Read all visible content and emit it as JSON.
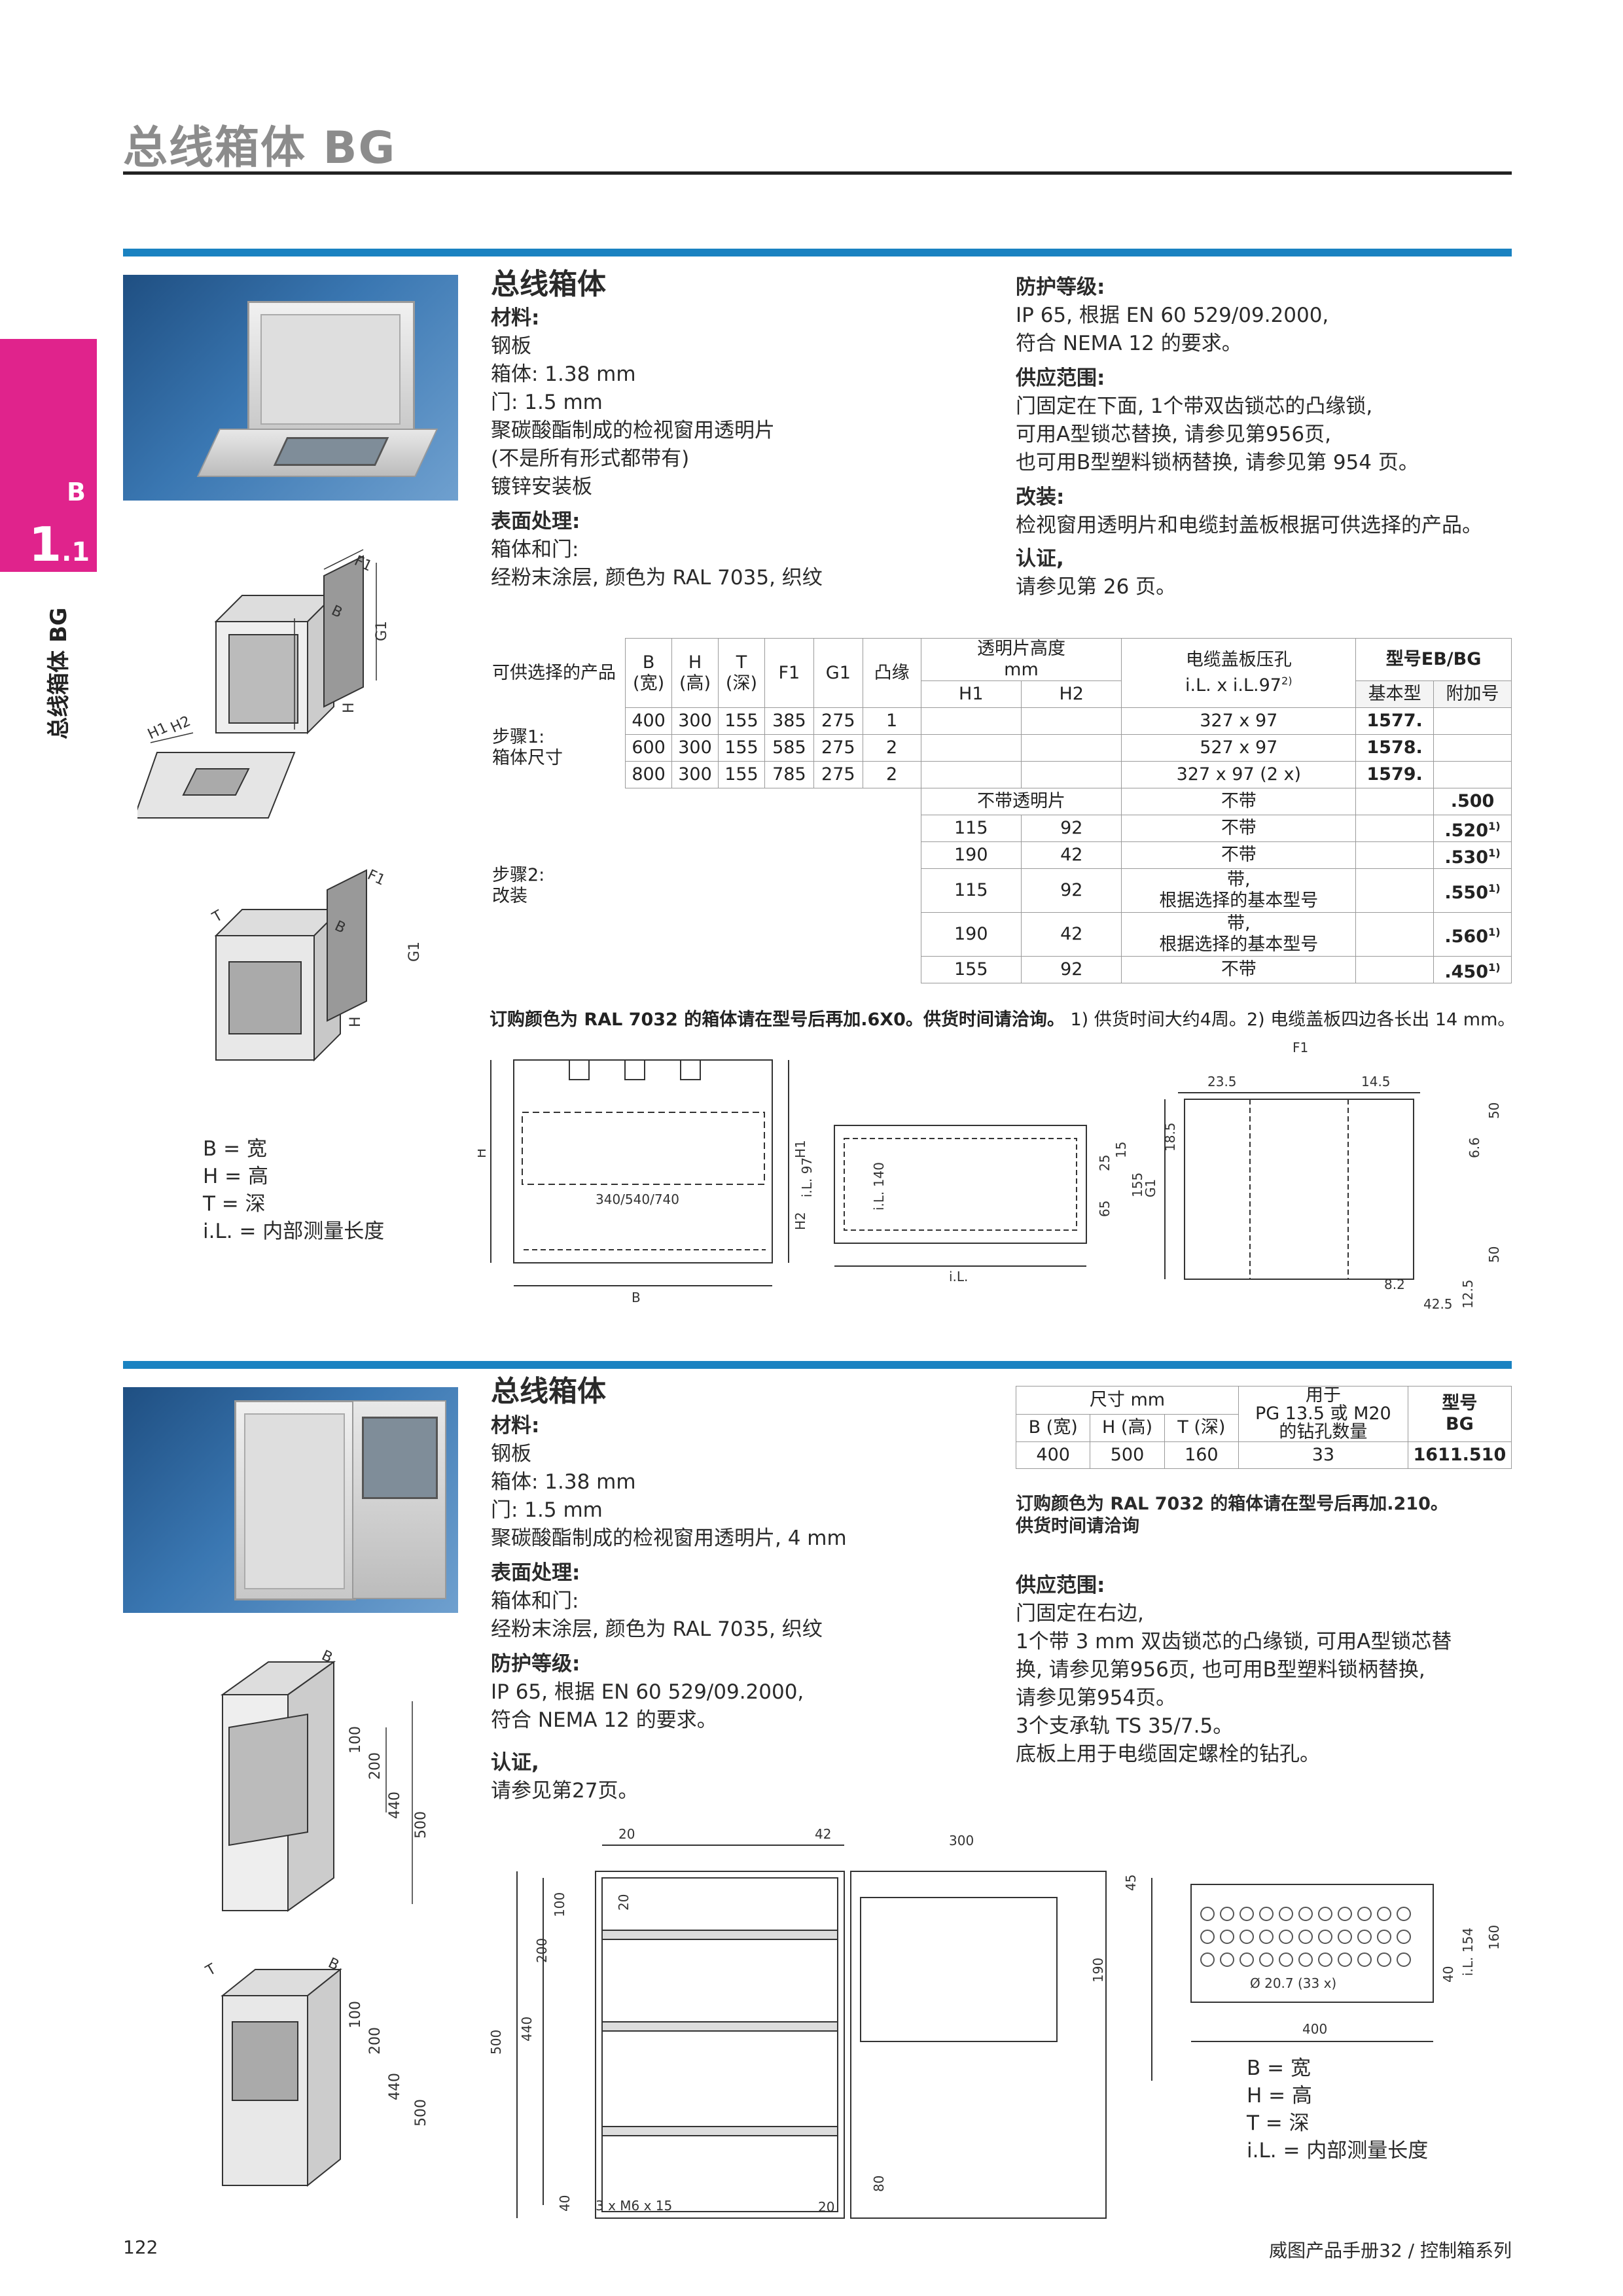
{
  "page": {
    "title": "总线箱体 BG",
    "side_tab": {
      "letter": "B",
      "number": "1",
      "sub": ".1",
      "vertical_text": "总线箱体 BG"
    },
    "footer": {
      "page_number": "122",
      "right_text": "威图产品手册32 / 控制箱系列"
    }
  },
  "section1": {
    "heading": "总线箱体",
    "material_title": "材料:",
    "material_lines": [
      "钢板",
      "箱体: 1.38 mm",
      "门: 1.5 mm",
      "聚碳酸酯制成的检视窗用透明片",
      "(不是所有形式都带有)",
      "镀锌安装板"
    ],
    "surface_title": "表面处理:",
    "surface_lines": [
      "箱体和门:",
      "经粉末涂层, 颜色为 RAL 7035, 织纹"
    ],
    "protection_title": "防护等级:",
    "protection_lines": [
      "IP 65, 根据 EN 60 529/09.2000,",
      "符合 NEMA 12 的要求。"
    ],
    "supply_title": "供应范围:",
    "supply_lines": [
      "门固定在下面, 1个带双齿锁芯的凸缘锁,",
      "可用A型锁芯替换, 请参见第956页,",
      "也可用B型塑料锁柄替换, 请参见第 954 页。"
    ],
    "mod_title": "改装:",
    "mod_lines": [
      "检视窗用透明片和电缆封盖板根据可供选择的产品。"
    ],
    "cert_title": "认证,",
    "cert_lines": [
      "请参见第 26 页。"
    ],
    "table": {
      "col_product": "可供选择的产品",
      "col_b": "B",
      "col_b_sub": "(宽)",
      "col_h": "H",
      "col_h_sub": "(高)",
      "col_t": "T",
      "col_t_sub": "(深)",
      "col_f1": "F1",
      "col_g1": "G1",
      "col_lock": "凸缘",
      "col_window": "透明片高度",
      "col_window_unit": "mm",
      "col_h1": "H1",
      "col_h2": "H2",
      "col_cable": "电缆盖板压孔",
      "col_cable_sub": "i.L. x i.L.97",
      "col_cable_sup": "2)",
      "col_model": "型号EB/BG",
      "col_base": "基本型",
      "col_suffix": "附加号",
      "step1_label_1": "步骤1:",
      "step1_label_2": "箱体尺寸",
      "step1_rows": [
        {
          "b": "400",
          "h": "300",
          "t": "155",
          "f1": "385",
          "g1": "275",
          "lock": "1",
          "cable": "327 x 97",
          "base": "1577."
        },
        {
          "b": "600",
          "h": "300",
          "t": "155",
          "f1": "585",
          "g1": "275",
          "lock": "2",
          "cable": "527 x 97",
          "base": "1578."
        },
        {
          "b": "800",
          "h": "300",
          "t": "155",
          "f1": "785",
          "g1": "275",
          "lock": "2",
          "cable": "327 x 97 (2 x)",
          "base": "1579."
        }
      ],
      "step2_label_1": "步骤2:",
      "step2_label_2": "改装",
      "step2_rows": [
        {
          "h1": "不带透明片",
          "h2": "",
          "cable_1": "不带",
          "cable_2": "",
          "suffix": ".500",
          "sup": ""
        },
        {
          "h1": "115",
          "h2": "92",
          "cable_1": "不带",
          "cable_2": "",
          "suffix": ".520",
          "sup": "1)"
        },
        {
          "h1": "190",
          "h2": "42",
          "cable_1": "不带",
          "cable_2": "",
          "suffix": ".530",
          "sup": "1)"
        },
        {
          "h1": "115",
          "h2": "92",
          "cable_1": "带,",
          "cable_2": "根据选择的基本型号",
          "suffix": ".550",
          "sup": "1)"
        },
        {
          "h1": "190",
          "h2": "42",
          "cable_1": "带,",
          "cable_2": "根据选择的基本型号",
          "suffix": ".560",
          "sup": "1)"
        },
        {
          "h1": "155",
          "h2": "92",
          "cable_1": "不带",
          "cable_2": "",
          "suffix": ".450",
          "sup": "1)"
        }
      ],
      "note_bold": "订购颜色为 RAL 7032 的箱体请在型号后再加.6X0。供货时间请洽询。",
      "note_normal": "1) 供货时间大约4周。2) 电缆盖板四边各长出 14 mm。"
    },
    "legend": [
      "B = 宽",
      "H = 高",
      "T = 深",
      "i.L. = 内部测量长度"
    ],
    "drawing_labels": {
      "f1": "F1",
      "g1": "G1",
      "b": "B",
      "h": "H",
      "t": "T",
      "h1": "H1",
      "h2": "H2",
      "inner": "340/540/740",
      "il97": "i.L. 97",
      "il140": "i.L. 140",
      "il": "i.L.",
      "d25": "25",
      "d15": "15",
      "d65": "65",
      "d155": "155",
      "d235": "23.5",
      "d145": "14.5",
      "d50a": "50",
      "d185": "18.5",
      "d66": "6.6",
      "d50b": "50",
      "d82": "8.2",
      "d125": "12.5",
      "d425": "42.5"
    }
  },
  "section2": {
    "heading": "总线箱体",
    "material_title": "材料:",
    "material_lines": [
      "钢板",
      "箱体: 1.38 mm",
      "门: 1.5 mm",
      "聚碳酸酯制成的检视窗用透明片, 4 mm"
    ],
    "surface_title": "表面处理:",
    "surface_lines": [
      "箱体和门:",
      "经粉末涂层, 颜色为 RAL 7035, 织纹"
    ],
    "protection_title": "防护等级:",
    "protection_lines": [
      "IP 65, 根据 EN 60 529/09.2000,",
      "符合 NEMA 12 的要求。"
    ],
    "cert_title": "认证,",
    "cert_lines": [
      "请参见第27页。"
    ],
    "table": {
      "col_dim": "尺寸 mm",
      "col_b": "B (宽)",
      "col_h": "H (高)",
      "col_t": "T (深)",
      "col_holes_1": "用于",
      "col_holes_2": "PG 13.5 或 M20",
      "col_holes_3": "的钻孔数量",
      "col_model_1": "型号",
      "col_model_2": "BG",
      "row": {
        "b": "400",
        "h": "500",
        "t": "160",
        "holes": "33",
        "model": "1611.510"
      }
    },
    "note_bold_1": "订购颜色为 RAL 7032 的箱体请在型号后再加.210。",
    "note_bold_2": "供货时间请洽询",
    "supply_title": "供应范围:",
    "supply_lines": [
      "门固定在右边,",
      "1个带 3 mm 双齿锁芯的凸缘锁, 可用A型锁芯替",
      "换, 请参见第956页, 也可用B型塑料锁柄替换,",
      "请参见第954页。",
      "3个支承轨 TS 35/7.5。",
      "底板上用于电缆固定螺栓的钻孔。"
    ],
    "legend": [
      "B = 宽",
      "H = 高",
      "T = 深",
      "i.L. = 内部测量长度"
    ],
    "drawing_labels": {
      "b": "B",
      "t": "T",
      "d100": "100",
      "d200": "200",
      "d440": "440",
      "d500": "500",
      "d20a": "20",
      "d42": "42",
      "d300": "300",
      "d20b": "20",
      "d45": "45",
      "d190": "190",
      "d80": "80",
      "d40": "40",
      "d20c": "20",
      "screws": "3 x M6 x 15",
      "hole": "Ø 20.7 (33 x)",
      "d400": "400",
      "d40b": "40",
      "il154": "i.L. 154",
      "d160": "160"
    }
  },
  "colors": {
    "accent_blue": "#1a82c1",
    "tab_magenta": "#e0238c",
    "title_gray": "#8c8c8c"
  }
}
